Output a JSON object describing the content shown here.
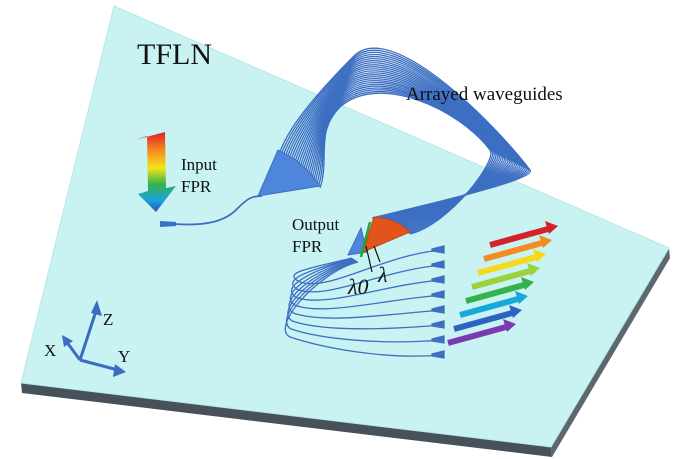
{
  "labels": {
    "material": "TFLN",
    "arrayed": "Arrayed waveguides",
    "input_line1": "Input",
    "input_line2": "FPR",
    "output_line1": "Output",
    "output_line2": "FPR",
    "lambda0": "λ0",
    "lambda": "λ",
    "axis_x": "X",
    "axis_y": "Y",
    "axis_z": "Z"
  },
  "colors": {
    "chip_top": "#c9f3f3",
    "chip_edge": "#4a5358",
    "waveguide": "#3c6fc2",
    "fpr_fill": "#4d86db",
    "output_fan": "#e1541b",
    "output_arrows": [
      "#d4212a",
      "#f28d1f",
      "#f5d91a",
      "#9bd23b",
      "#35b24a",
      "#16a8d6",
      "#2d63bf",
      "#7a3bb0"
    ]
  },
  "icons": [
    "rainbow-down-arrow-icon",
    "axis-triad-icon"
  ]
}
